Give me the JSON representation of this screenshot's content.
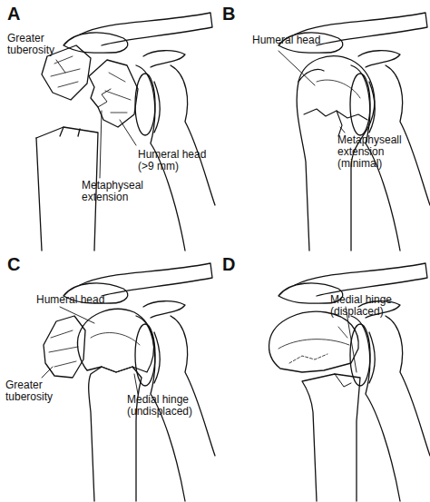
{
  "diagram": {
    "labels": [
      "A",
      "Greater tuberosity",
      "Humeral head (>9 mm)",
      "Metaphyseal extension",
      "B",
      "Humeral head",
      "Metaphyseall extension (minimal)",
      "C",
      "Humeral head",
      "Greater tuberosity",
      "Medial hinge (undisplaced)",
      "D",
      "Medial hinge (displaced)"
    ]
  }
}
